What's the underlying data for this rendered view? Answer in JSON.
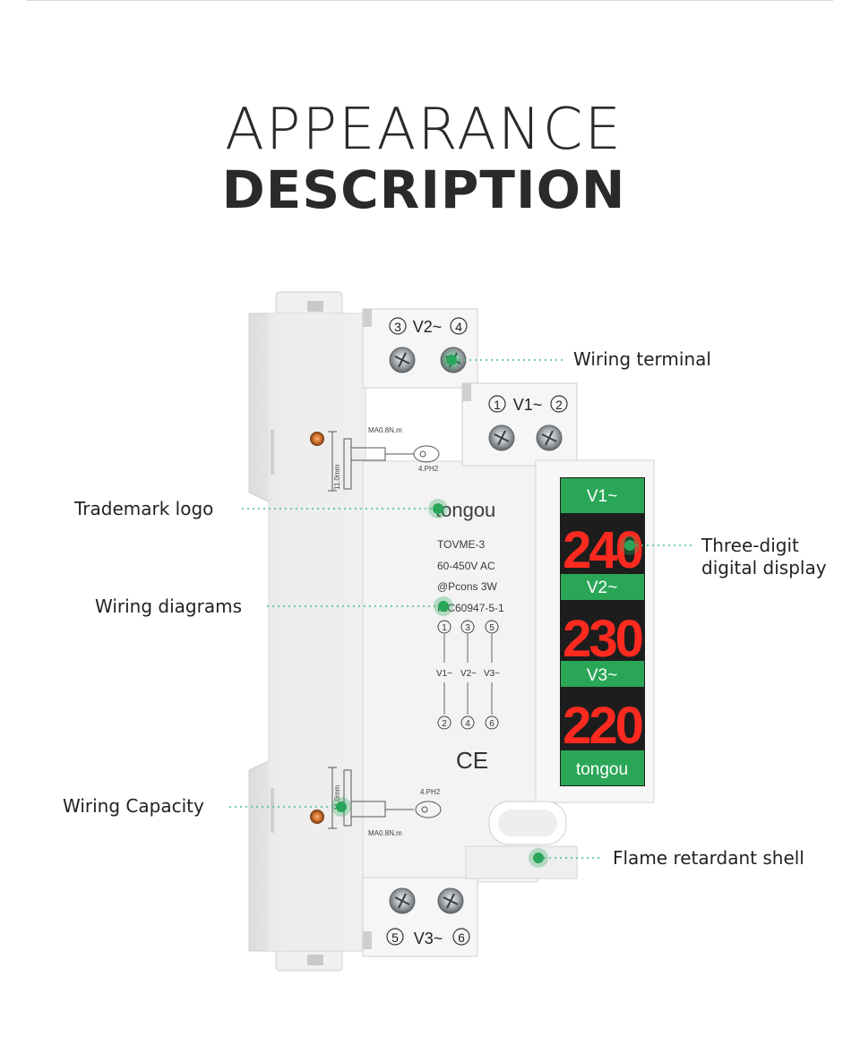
{
  "title": {
    "line1": "APPEARANCE",
    "line2": "DESCRIPTION"
  },
  "callouts": {
    "wiring_terminal": "Wiring terminal",
    "trademark_logo": "Trademark logo",
    "three_digit_line1": "Three-digit",
    "three_digit_line2": "digital display",
    "wiring_diagrams": "Wiring diagrams",
    "wiring_capacity": "Wiring Capacity",
    "flame_retardant": "Flame retardant shell"
  },
  "device": {
    "terminal_top_1": "V2~",
    "terminal_top_1_left": "3",
    "terminal_top_1_right": "4",
    "terminal_top_2": "V1~",
    "terminal_top_2_left": "1",
    "terminal_top_2_right": "2",
    "terminal_bottom": "V3~",
    "terminal_bottom_left": "5",
    "terminal_bottom_right": "6",
    "torque_top": "MA0.8N.m",
    "screwdriver_top": "4.PH2",
    "strip_top": "11.0mm",
    "torque_bottom": "MA0.8N.m",
    "screwdriver_bottom": "4.PH2",
    "strip_bottom": "11.0mm",
    "brand_logo": "tongou",
    "model": "TOVME-3",
    "voltage_range": "60-450V AC",
    "power": "@Pcons 3W",
    "standard": "IEC60947-5-1",
    "diagram_term_top": [
      "1",
      "3",
      "5"
    ],
    "diagram_phase": [
      "V1~",
      "V2~",
      "V3~"
    ],
    "diagram_term_bottom": [
      "2",
      "4",
      "6"
    ],
    "ce_mark": "CE"
  },
  "display": {
    "ch1_label": "V1~",
    "ch1_value": "240",
    "ch2_label": "V2~",
    "ch2_value": "230",
    "ch3_label": "V3~",
    "ch3_value": "220",
    "brand": "tongou"
  },
  "colors": {
    "accent_green": "#29a65a",
    "display_green": "#2aa657",
    "segment_red": "#ff2a1f",
    "dotted_line": "#3fbf7f"
  }
}
